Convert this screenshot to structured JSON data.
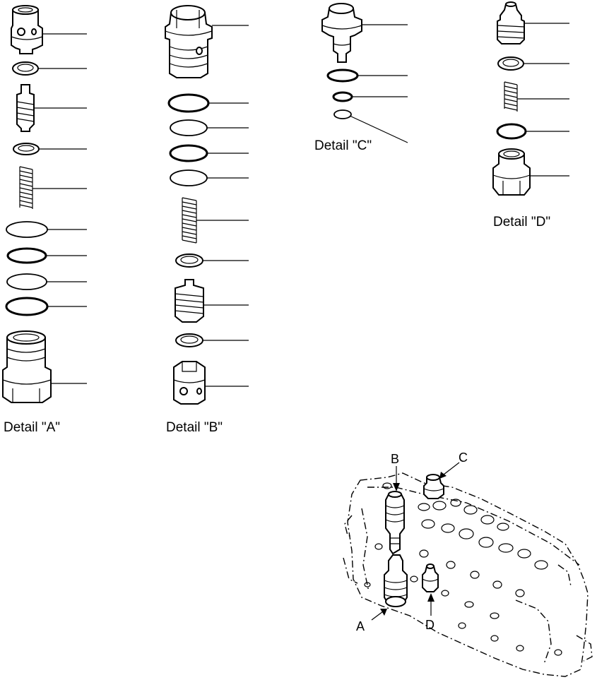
{
  "details": {
    "a": {
      "label": "Detail \"A\""
    },
    "b": {
      "label": "Detail \"B\""
    },
    "c": {
      "label": "Detail \"C\""
    },
    "d": {
      "label": "Detail \"D\""
    }
  },
  "callouts": {
    "a": "A",
    "b": "B",
    "c": "C",
    "d": "D"
  }
}
